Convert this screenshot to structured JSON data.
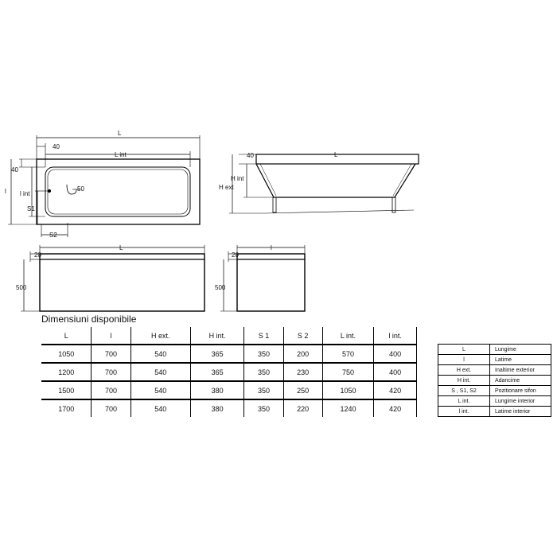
{
  "drawing": {
    "top": {
      "L": "L",
      "L_int": "L int",
      "d40_top": "40",
      "d40_left": "40",
      "l": "l",
      "l_int": "l int",
      "S1": "S1",
      "S2": "S2",
      "drain": "50"
    },
    "side": {
      "d40": "40",
      "L": "L",
      "H_int": "H int",
      "H_ext": "H ext"
    },
    "front": {
      "L": "L",
      "d20": "20",
      "d500": "500"
    },
    "end": {
      "l": "l",
      "d20": "20",
      "d500": "500"
    }
  },
  "table": {
    "title": "Dimensiuni disponibile",
    "headers": [
      "L",
      "l",
      "H ext.",
      "H int.",
      "S 1",
      "S 2",
      "L int.",
      "l int."
    ],
    "rows": [
      [
        "1050",
        "700",
        "540",
        "365",
        "350",
        "200",
        "570",
        "400"
      ],
      [
        "1200",
        "700",
        "540",
        "365",
        "350",
        "230",
        "750",
        "400"
      ],
      [
        "1500",
        "700",
        "540",
        "380",
        "350",
        "250",
        "1050",
        "420"
      ],
      [
        "1700",
        "700",
        "540",
        "380",
        "350",
        "220",
        "1240",
        "420"
      ]
    ]
  },
  "legend": [
    {
      "key": "L",
      "value": "Lungime"
    },
    {
      "key": "l",
      "value": "Latime"
    },
    {
      "key": "H ext.",
      "value": "Inaltime exterior"
    },
    {
      "key": "H int.",
      "value": "Adancime"
    },
    {
      "key": "S , S1, S2",
      "value": "Pozitionare sifon"
    },
    {
      "key": "L int.",
      "value": "Lungime interior"
    },
    {
      "key": "l int.",
      "value": "Latime interior"
    }
  ]
}
